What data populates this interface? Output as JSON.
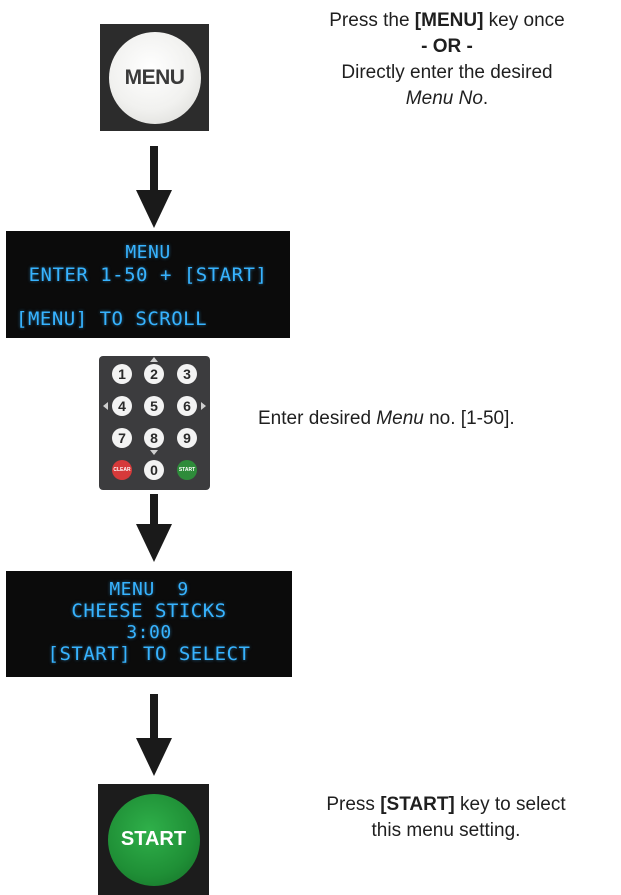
{
  "steps": {
    "menu_key_label": "MENU",
    "step1": {
      "pre": "Press the ",
      "key": "[MENU]",
      "post": " key once",
      "or": "- OR -",
      "line3": "Directly enter the  desired",
      "menu_no": "Menu No",
      "period": "."
    },
    "lcd1": {
      "line1": "MENU",
      "line2": "ENTER 1-50 + [START]",
      "line3": "[MENU] TO SCROLL"
    },
    "keypad": {
      "keys": [
        "1",
        "2",
        "3",
        "4",
        "5",
        "6",
        "7",
        "8",
        "9",
        "CLEAR",
        "0",
        "START"
      ]
    },
    "step2": {
      "pre": "Enter desired ",
      "menu": "Menu",
      "post": " no. [1-50]."
    },
    "lcd2": {
      "line1": "MENU  9",
      "line2": "CHEESE STICKS",
      "line3": "3:00",
      "line4": "[START] TO SELECT"
    },
    "start_key_label": "START",
    "step3": {
      "pre": "Press ",
      "key": "[START]",
      "post": " key to select",
      "line2": "this menu setting."
    }
  },
  "colors": {
    "lcd_text": "#37b3ff",
    "lcd_bg": "#0b0b0b",
    "start_green": "#1f8f36",
    "clear_red": "#d63a3a"
  }
}
